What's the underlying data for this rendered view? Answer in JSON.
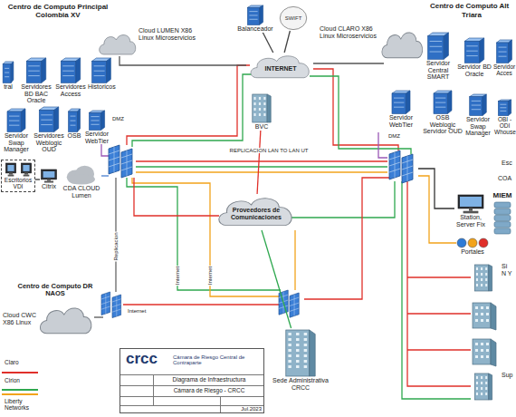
{
  "diagram": {
    "nodes": [
      {
        "text": [
          "tral"
        ]
      },
      {
        "text": [
          "Servidores BD BAC Oracle"
        ]
      },
      {
        "text": [
          "Servidores Access"
        ]
      },
      {
        "text": [
          "Historicos"
        ]
      },
      {
        "text": [
          "Balanceador"
        ]
      },
      {
        "text": [
          "SWIFT"
        ]
      },
      {
        "text": [
          "INTERNET"
        ]
      },
      {
        "text": [
          "Servidor Swap Manager"
        ]
      },
      {
        "text": [
          "Servidores Weblogic OUD"
        ]
      },
      {
        "text": [
          "OSB"
        ]
      },
      {
        "text": [
          "Servidor WebTier"
        ]
      },
      {
        "text": [
          "Escritorios VDI"
        ]
      },
      {
        "text": [
          "Citrix"
        ]
      },
      {
        "text": [
          "CDA CLOUD Lumen"
        ]
      },
      {
        "text": [
          "BVC"
        ]
      },
      {
        "text": [
          "Proveedores de Comunicaciones"
        ]
      },
      {
        "text": [
          "Servidor Central SMART"
        ]
      },
      {
        "text": [
          "Servidor BD Oracle"
        ]
      },
      {
        "text": [
          "Servidor Acces"
        ]
      },
      {
        "text": [
          "Servidor WebTier"
        ]
      },
      {
        "text": [
          "OSB Weblogic Servidor OUD"
        ]
      },
      {
        "text": [
          "Servidor Swap Manager"
        ]
      },
      {
        "text": [
          "OBI -ODI Whouse"
        ]
      },
      {
        "text": [
          "Station, Server Fix"
        ]
      },
      {
        "text": [
          "Portales"
        ]
      },
      {
        "text": [
          "MIEM"
        ]
      },
      {
        "text": [
          "Si N Y"
        ]
      },
      {
        "text": [
          "Sup"
        ]
      },
      {
        "text": [
          "Sede Administrativa CRCC"
        ]
      },
      {
        "text": [
          "crcc",
          "Cámara de Riesgo Central de Contraparte",
          "Diagrama de Infraestructura",
          "Cámara de Riesgo - CRCC",
          "Jul.2023"
        ]
      }
    ],
    "edges": [
      {
        "from": 4,
        "to": 6,
        "arrow": "none"
      },
      {
        "from": 5,
        "to": 6,
        "arrow": "none"
      },
      {
        "from": 14,
        "to": 15,
        "arrow": "none"
      },
      {
        "from": 28,
        "to": 15,
        "arrow": "none"
      }
    ],
    "labels": [
      "Centro de Computo Principal Colombia XV",
      "Cloud LUMEN X86 Linux Microservicios",
      "DMZ",
      "REPLICACION LAN TO LAN UT",
      "Centro de Computo Alt",
      "Triara",
      "Cloud CLARO X86 Linux Microservicios",
      "DMZ",
      "Esc",
      "COA",
      "Centro de Computo DR NAOS",
      "Cloud CWC X86 Linux",
      "Internet",
      "Replicacion",
      "Internet",
      "Internet"
    ],
    "legend": [
      {
        "text": "Claro"
      },
      {
        "text": "Cirion"
      },
      {
        "text": "Liberty Networks"
      }
    ]
  }
}
